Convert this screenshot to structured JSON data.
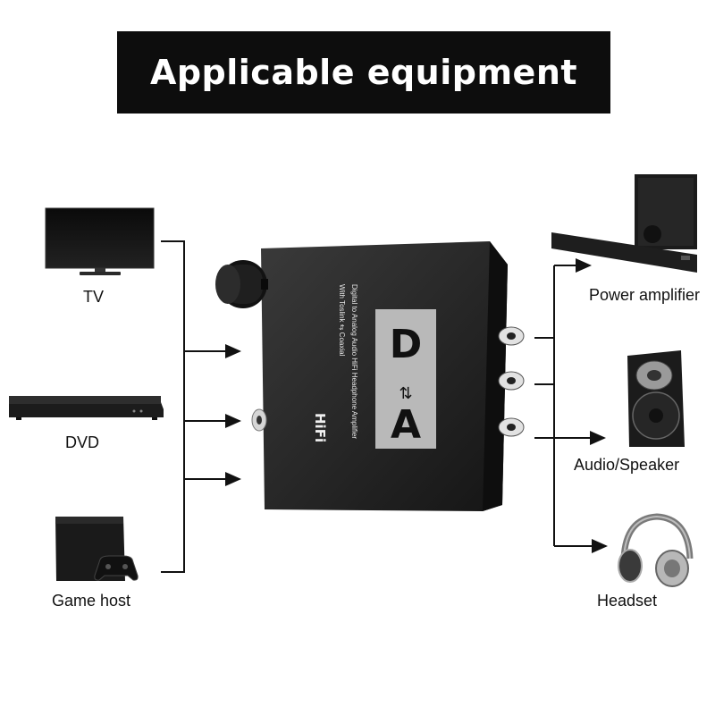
{
  "title": "Applicable equipment",
  "inputs": [
    {
      "label": "TV"
    },
    {
      "label": "DVD"
    },
    {
      "label": "Game host"
    }
  ],
  "outputs": [
    {
      "label": "Power amplifier"
    },
    {
      "label": "Audio/Speaker"
    },
    {
      "label": "Headset"
    }
  ],
  "device": {
    "text_line1": "Digital to Analog Audio HiFi Headphone Amplifier",
    "text_line2": "With Toslink ⇆ Coaxial",
    "logo_d": "D",
    "logo_a": "A",
    "brand": "HiFi"
  }
}
